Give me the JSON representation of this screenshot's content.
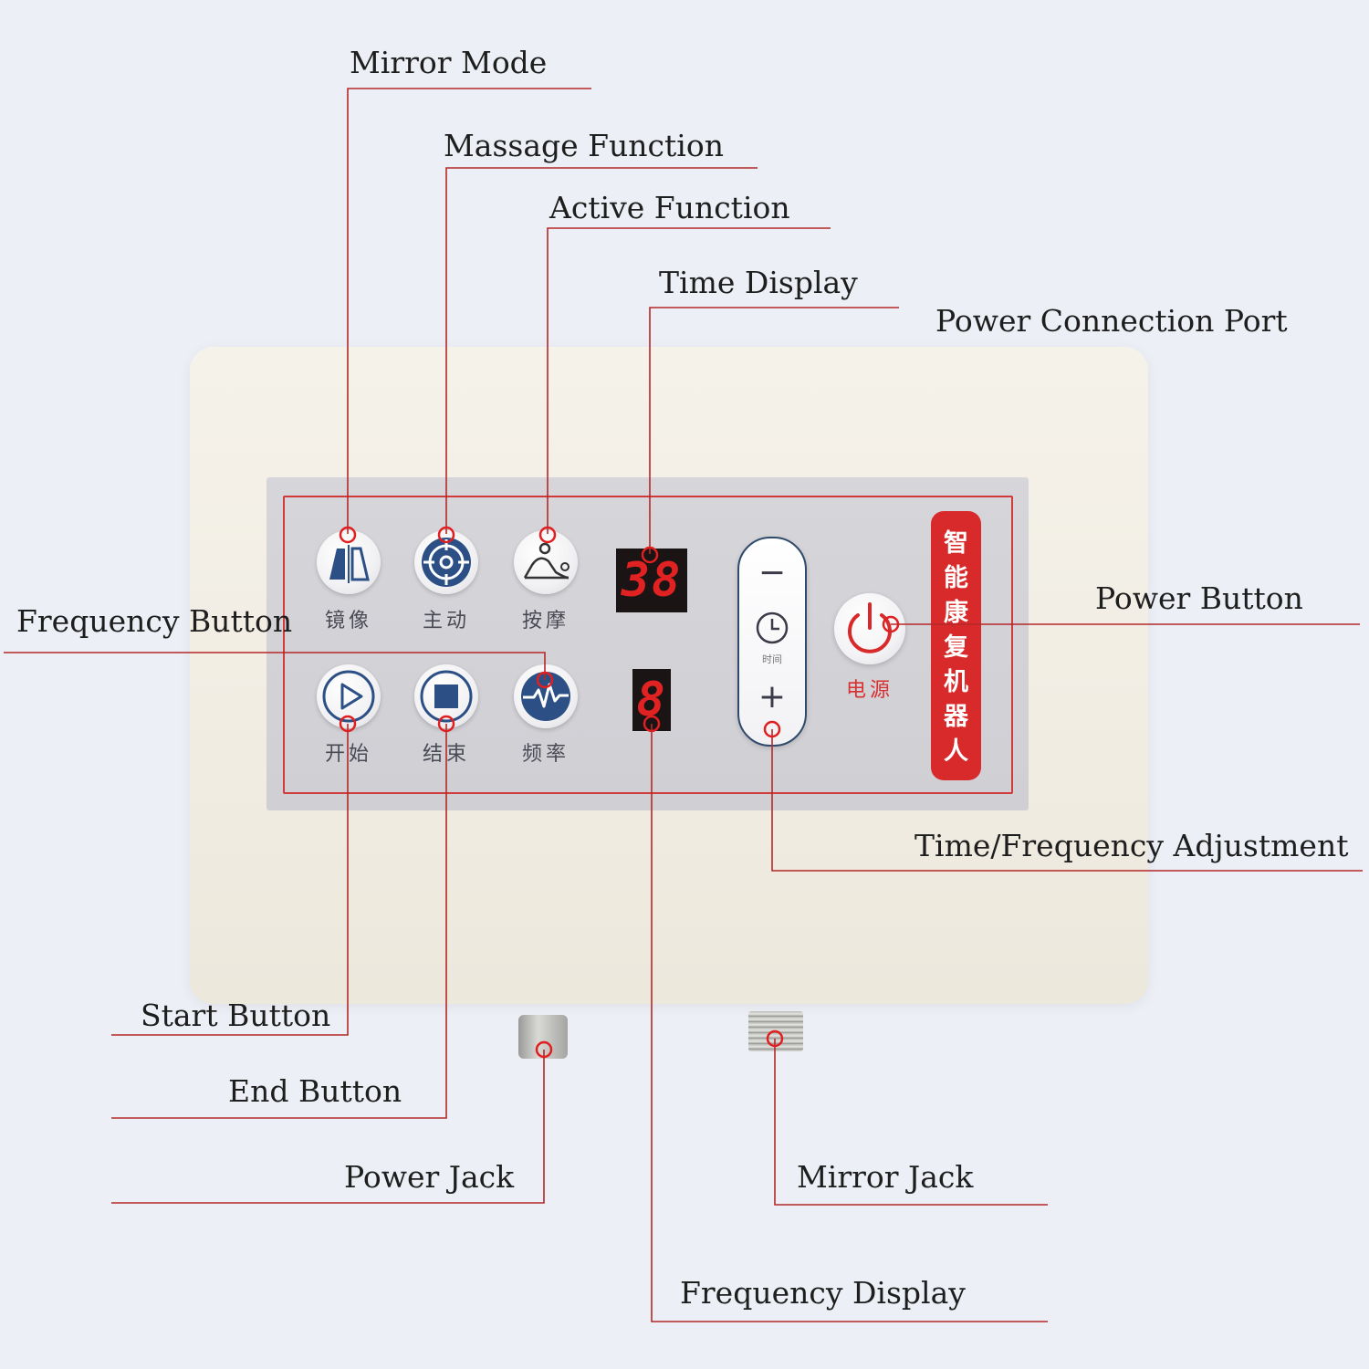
{
  "callouts": {
    "mirror_mode": "Mirror Mode",
    "massage_function": "Massage Function",
    "active_function": "Active Function",
    "time_display": "Time Display",
    "power_connection_port": "Power Connection Port",
    "frequency_button": "Frequency Button",
    "power_button": "Power Button",
    "time_frequency_adjustment": "Time/Frequency Adjustment",
    "start_button": "Start Button",
    "end_button": "End Button",
    "power_jack": "Power Jack",
    "mirror_jack": "Mirror Jack",
    "frequency_display": "Frequency Display"
  },
  "panel": {
    "buttons": {
      "mirror": "镜像",
      "active": "主动",
      "massage": "按摩",
      "start": "开始",
      "end": "结束",
      "frequency": "频率"
    },
    "time_display_value": "38",
    "frequency_display_value": "8",
    "adjust": {
      "minus": "−",
      "plus": "+",
      "time_caption": "时间"
    },
    "power_caption": "电源",
    "brand": [
      "智",
      "能",
      "康",
      "复",
      "机",
      "器",
      "人"
    ]
  },
  "colors": {
    "callout_line": "#b42828",
    "marker": "#e02020",
    "accent_red": "#d82a2a",
    "icon_blue": "#2c4f86"
  },
  "icons": [
    "mirror-icon",
    "target-icon",
    "massage-icon",
    "play-icon",
    "stop-icon",
    "pulse-wave-icon",
    "clock-icon",
    "power-icon"
  ]
}
